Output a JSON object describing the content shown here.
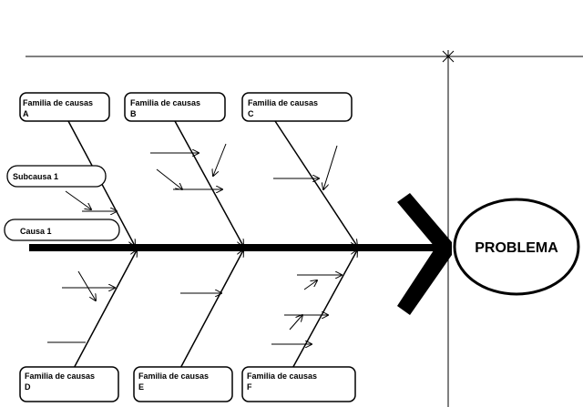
{
  "diagram": {
    "problem": "PROBLEMA",
    "families": [
      {
        "label": "Familia de causas",
        "letter": "A"
      },
      {
        "label": "Familia de causas",
        "letter": "B"
      },
      {
        "label": "Familia de causas",
        "letter": "C"
      },
      {
        "label": "Familia de causas",
        "letter": "D"
      },
      {
        "label": "Familia de causas",
        "letter": "E"
      },
      {
        "label": "Familia de causas",
        "letter": "F"
      }
    ],
    "subcause_label": "Subcausa  1",
    "cause_label": "Causa  1",
    "colors": {
      "ink": "#000000",
      "background": "#ffffff"
    }
  }
}
